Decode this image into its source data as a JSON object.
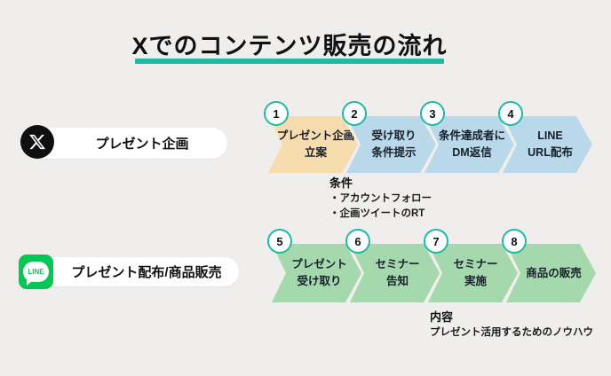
{
  "title": {
    "text": "Xでのコンテンツ販売の流れ"
  },
  "rows": [
    {
      "id": "x-campaign",
      "icon": "x-logo",
      "label": "プレゼント企画",
      "steps": [
        {
          "num": "1",
          "lines": [
            "プレゼント企画",
            "立案"
          ]
        },
        {
          "num": "2",
          "lines": [
            "受け取り",
            "条件提示"
          ]
        },
        {
          "num": "3",
          "lines": [
            "条件達成者に",
            "DM返信"
          ]
        },
        {
          "num": "4",
          "lines": [
            "LINE",
            "URL配布"
          ]
        }
      ],
      "note": {
        "heading": "条件",
        "lines": [
          "・アカウントフォロー",
          "・企画ツイートのRT"
        ]
      }
    },
    {
      "id": "line-sales",
      "icon": "line-logo",
      "label": "プレゼント配布/商品販売",
      "steps": [
        {
          "num": "5",
          "lines": [
            "プレゼント",
            "受け取り"
          ]
        },
        {
          "num": "6",
          "lines": [
            "セミナー",
            "告知"
          ]
        },
        {
          "num": "7",
          "lines": [
            "セミナー",
            "実施"
          ]
        },
        {
          "num": "8",
          "lines": [
            "商品の販売"
          ]
        }
      ],
      "note": {
        "heading": "内容",
        "lines": [
          "プレゼント活用するためのノウハウ"
        ]
      }
    }
  ],
  "icons": {
    "line_icon_text": "LINE"
  },
  "colors": {
    "background": "#efeeec",
    "accent_teal": "#1fb9a6",
    "step_tan": "#f6dcae",
    "step_blue": "#b9d8ea",
    "step_green": "#a5d9ad",
    "line_green": "#06c755",
    "x_black": "#0f0f0f",
    "pill_white": "#ffffff",
    "text_black": "#1a1a1a"
  }
}
